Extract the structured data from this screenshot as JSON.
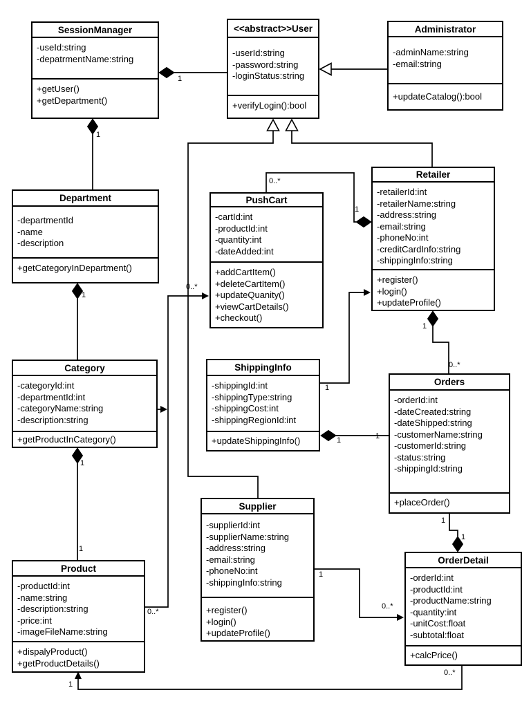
{
  "colors": {
    "background": "#ffffff",
    "line": "#000000",
    "text": "#000000",
    "box_fill": "#ffffff"
  },
  "classes": [
    {
      "name": "SessionManager",
      "attributes": [
        "-useId:string",
        "-depatrmentName:string"
      ],
      "methods": [
        "+getUser()",
        "+getDepartment()"
      ]
    },
    {
      "name": "<<abstract>>User",
      "attributes": [
        "-userId:string",
        "-password:string",
        "-loginStatus:string"
      ],
      "methods": [
        "+verifyLogin():bool"
      ]
    },
    {
      "name": "Administrator",
      "attributes": [
        "-adminName:string",
        "-email:string"
      ],
      "methods": [
        "+updateCatalog():bool"
      ]
    },
    {
      "name": "Department",
      "attributes": [
        "-departmentId",
        "-name",
        "-description"
      ],
      "methods": [
        "+getCategoryInDepartment()"
      ]
    },
    {
      "name": "PushCart",
      "attributes": [
        "-cartId:int",
        "-productId:int",
        "-quantity:int",
        "-dateAdded:int"
      ],
      "methods": [
        "+addCartItem()",
        "+deleteCartItem()",
        "+updateQuanity()",
        "+viewCartDetails()",
        "+checkout()"
      ]
    },
    {
      "name": "Retailer",
      "attributes": [
        "-retailerId:int",
        "-retailerName:string",
        "-address:string",
        "-email:string",
        "-phoneNo:int",
        "-creditCardInfo:string",
        "-shippingInfo:string"
      ],
      "methods": [
        "+register()",
        "+login()",
        "+updateProfile()"
      ]
    },
    {
      "name": "Category",
      "attributes": [
        "-categoryId:int",
        "-departmentId:int",
        "-categoryName:string",
        "-description:string"
      ],
      "methods": [
        "+getProductInCategory()"
      ]
    },
    {
      "name": "ShippingInfo",
      "attributes": [
        "-shippingId:int",
        "-shippingType:string",
        "-shippingCost:int",
        "-shippingRegionId:int"
      ],
      "methods": [
        "+updateShippingInfo()"
      ]
    },
    {
      "name": "Orders",
      "attributes": [
        "-orderId:int",
        "-dateCreated:string",
        "-dateShipped:string",
        "-customerName:string",
        "-customerId:string",
        "-status:string",
        "-shippingId:string"
      ],
      "methods": [
        "+placeOrder()"
      ]
    },
    {
      "name": "Supplier",
      "attributes": [
        "-supplierId:int",
        "-supplierName:string",
        "-address:string",
        "-email:string",
        "-phoneNo:int",
        "-shippingInfo:string"
      ],
      "methods": [
        "+register()",
        "+login()",
        "+updateProfile()"
      ]
    },
    {
      "name": "Product",
      "attributes": [
        "-productId:int",
        "-name:string",
        "-description:string",
        "-price:int",
        "-imageFileName:string"
      ],
      "methods": [
        "+dispalyProduct()",
        "+getProductDetails()"
      ]
    },
    {
      "name": "OrderDetail",
      "attributes": [
        "-orderId:int",
        "-productId:int",
        "-productName:string",
        "-quantity:int",
        "-unitCost:float",
        "-subtotal:float"
      ],
      "methods": [
        "+calcPrice()"
      ]
    }
  ],
  "relationships": [
    {
      "from": "SessionManager",
      "to": "<<abstract>>User",
      "type": "composition",
      "diamond_end": "SessionManager",
      "labels": {
        "diamond": "1"
      }
    },
    {
      "from": "Administrator",
      "to": "<<abstract>>User",
      "type": "generalization",
      "labels": {}
    },
    {
      "from": "SessionManager",
      "to": "Department",
      "type": "composition",
      "diamond_end": "SessionManager",
      "labels": {
        "diamond": "1"
      }
    },
    {
      "from": "Supplier",
      "to": "<<abstract>>User",
      "type": "generalization",
      "labels": {}
    },
    {
      "from": "Retailer",
      "to": "<<abstract>>User",
      "type": "generalization",
      "labels": {}
    },
    {
      "from": "Retailer",
      "to": "PushCart",
      "type": "composition",
      "diamond_end": "Retailer",
      "labels": {
        "retailer": "1",
        "pushcart": "0..*"
      }
    },
    {
      "from": "Department",
      "to": "Category",
      "type": "composition",
      "diamond_end": "Department",
      "labels": {
        "diamond": "1"
      }
    },
    {
      "from": "Category",
      "to": "Product",
      "type": "composition",
      "diamond_end": "Category",
      "labels": {
        "category": "1",
        "product": "1"
      }
    },
    {
      "from": "Category",
      "to": "Product-PushCart-association",
      "type": "association-arrow",
      "labels": {}
    },
    {
      "from": "Product",
      "to": "PushCart",
      "type": "association-arrow",
      "labels": {
        "pushcart": "0..*",
        "product": "0..*"
      }
    },
    {
      "from": "ShippingInfo",
      "to": "Retailer",
      "type": "association-arrow",
      "labels": {
        "shippinginfo": "1"
      }
    },
    {
      "from": "ShippingInfo",
      "to": "Orders",
      "type": "composition",
      "diamond_end": "ShippingInfo",
      "labels": {
        "diamond": "1",
        "orders": "1"
      }
    },
    {
      "from": "Retailer",
      "to": "Orders",
      "type": "composition",
      "diamond_end": "Retailer",
      "labels": {
        "diamond": "1",
        "orders": "0..*"
      }
    },
    {
      "from": "Orders",
      "to": "OrderDetail",
      "type": "composition",
      "diamond_end": "OrderDetail",
      "labels": {
        "orders": "1",
        "diamond": "1"
      }
    },
    {
      "from": "Supplier",
      "to": "OrderDetail",
      "type": "association-arrow",
      "labels": {
        "supplier": "1",
        "orderdetail": "0..*"
      }
    },
    {
      "from": "OrderDetail",
      "to": "Product",
      "type": "association-arrow",
      "labels": {
        "orderdetail": "0..*",
        "product": "1"
      }
    }
  ]
}
